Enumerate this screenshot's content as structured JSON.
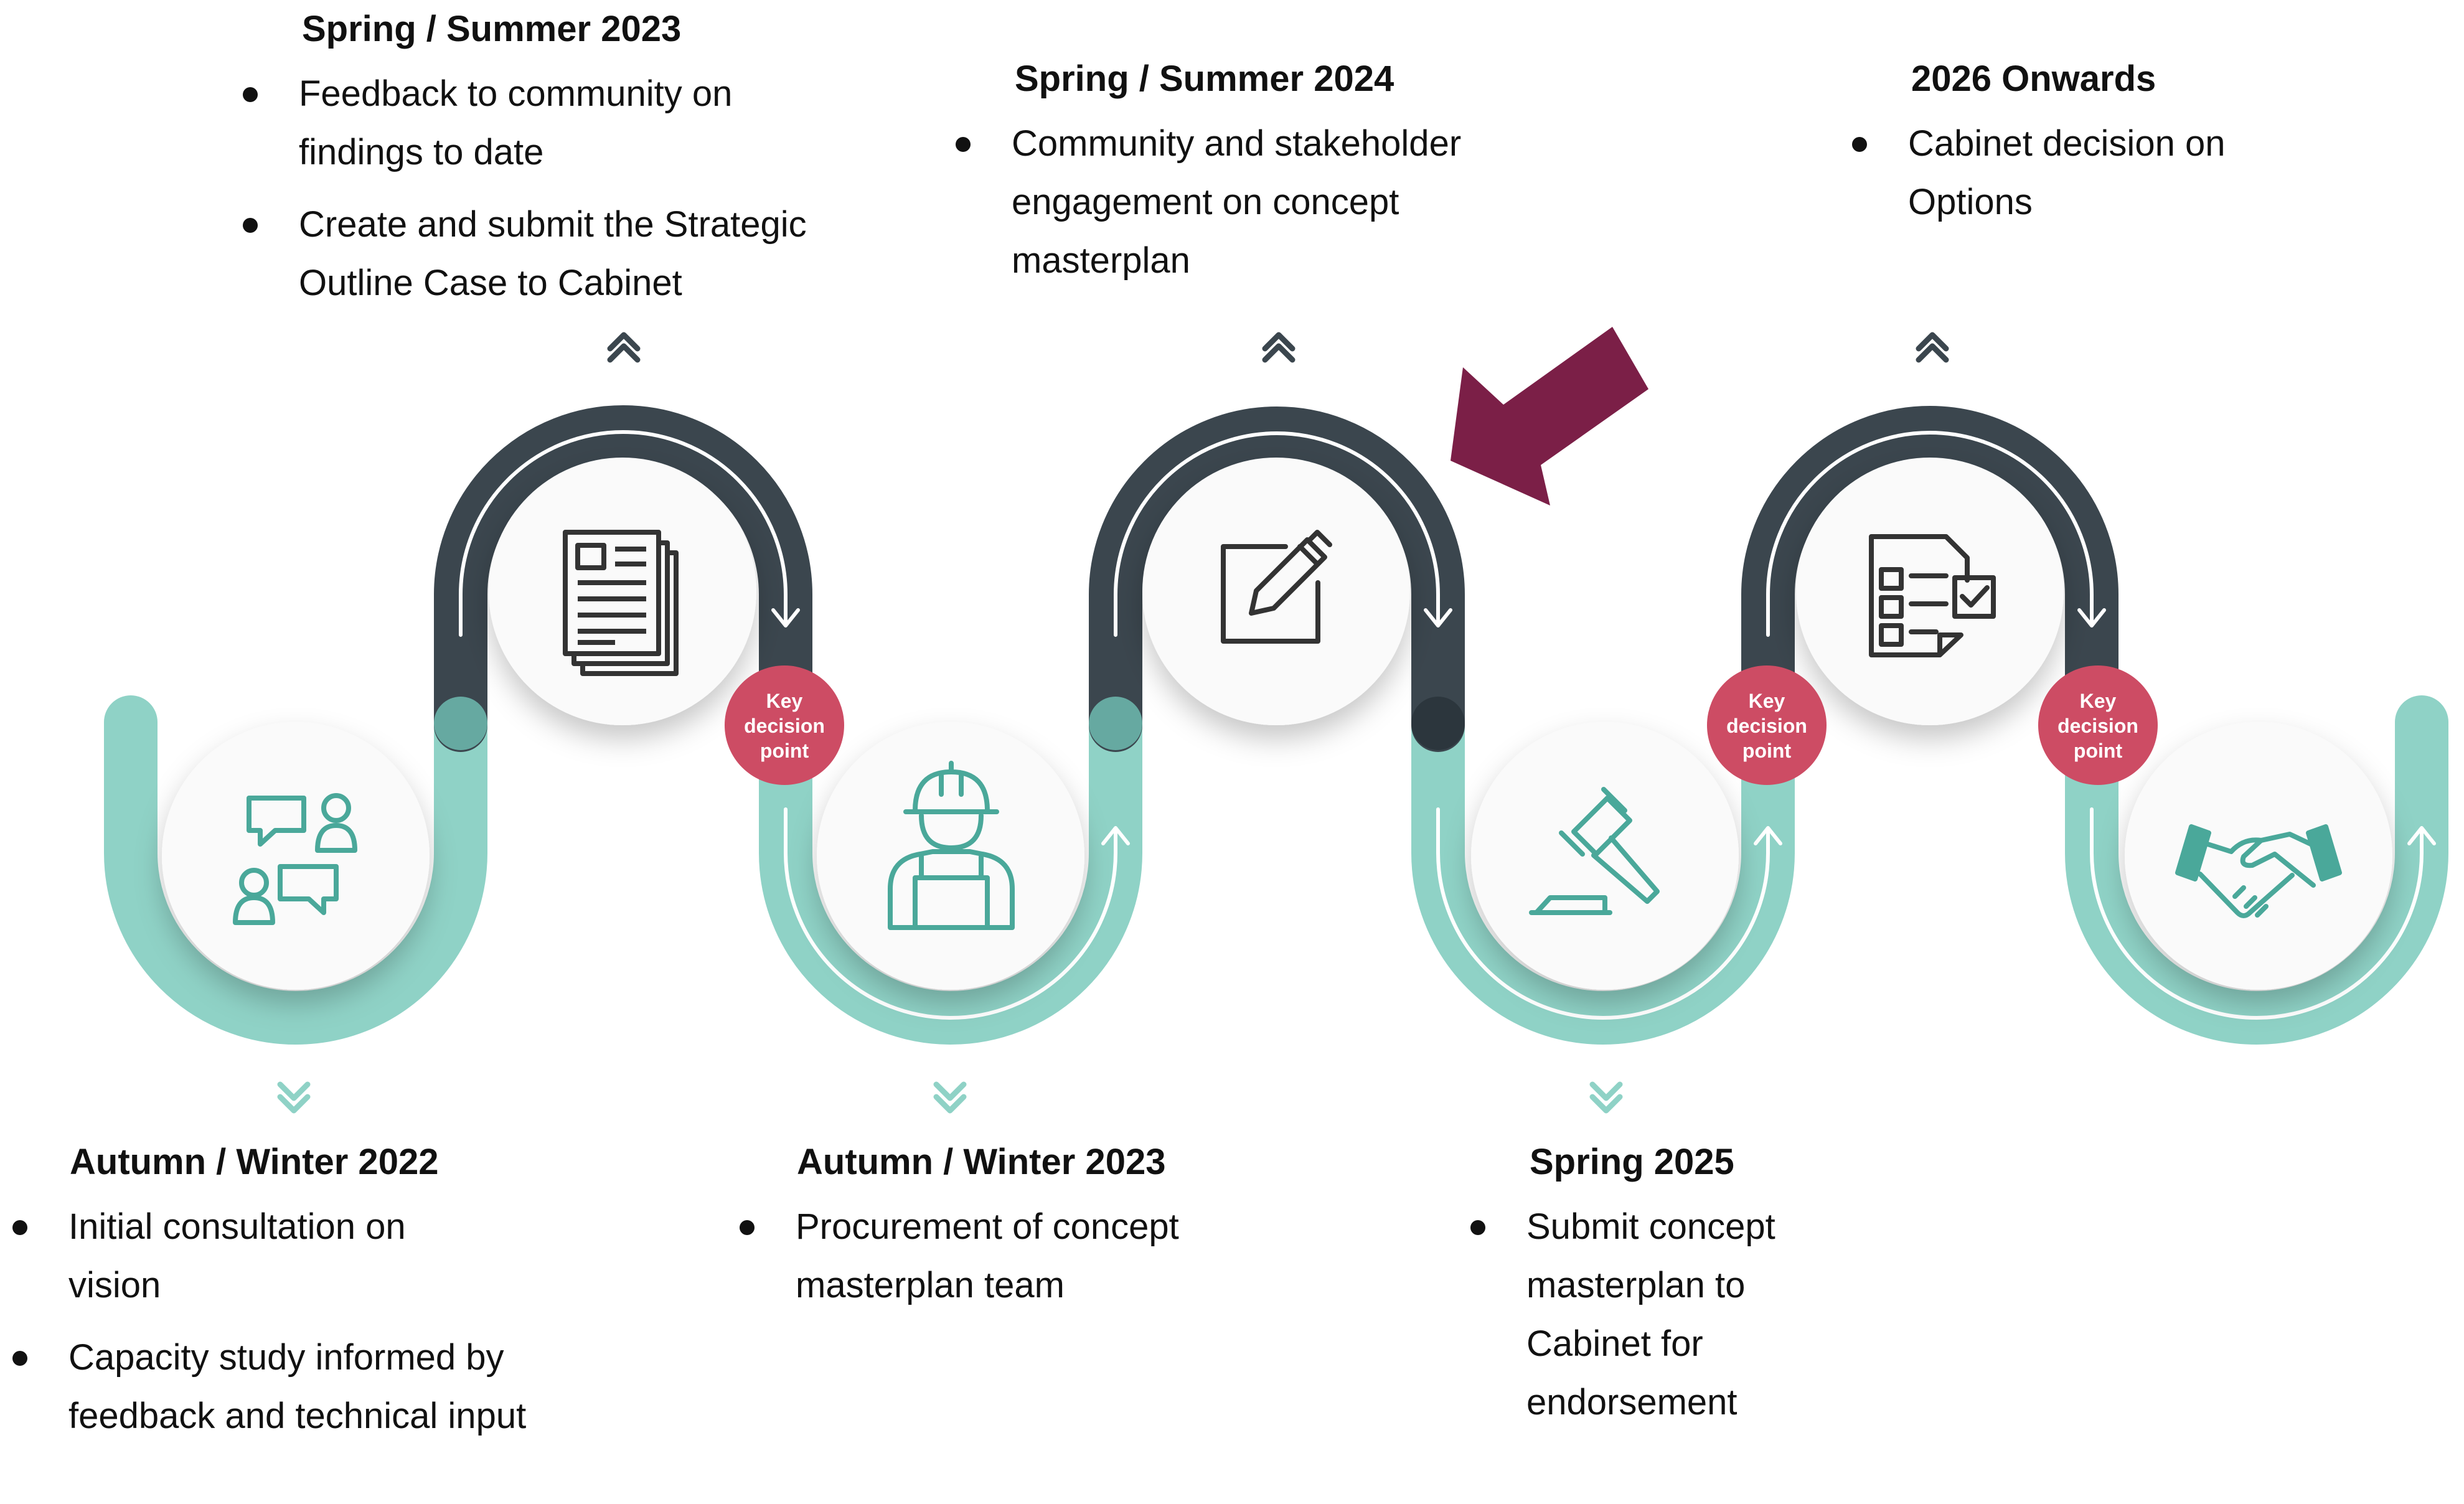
{
  "stages": [
    {
      "title": "Spring / Summer 2023",
      "items": [
        "Feedback to community on findings to date",
        "Create and submit the Strategic Outline Case to Cabinet"
      ]
    },
    {
      "title": "Spring / Summer 2024",
      "items": [
        "Community and stakeholder engagement on concept masterplan"
      ]
    },
    {
      "title": "2026 Onwards",
      "items": [
        "Cabinet decision on Options"
      ]
    },
    {
      "title": "Autumn / Winter 2022",
      "items": [
        "Initial consultation on vision",
        "Capacity study informed by feedback and technical input"
      ]
    },
    {
      "title": "Autumn / Winter 2023",
      "items": [
        "Procurement of concept masterplan team"
      ]
    },
    {
      "title": "Spring 2025",
      "items": [
        "Submit concept masterplan to Cabinet for endorsement"
      ]
    }
  ],
  "badge": {
    "line1": "Key",
    "line2": "decision",
    "line3": "point"
  },
  "icons": [
    "consultation-chat-icon",
    "document-icon",
    "worker-icon",
    "edit-note-icon",
    "gavel-icon",
    "checklist-icon",
    "handshake-icon"
  ],
  "colors": {
    "teal": "#8fd2c6",
    "dark": "#3b464e",
    "badge": "#cd4c64",
    "arrow": "#7b1f47",
    "icon": "#4aa89a"
  }
}
